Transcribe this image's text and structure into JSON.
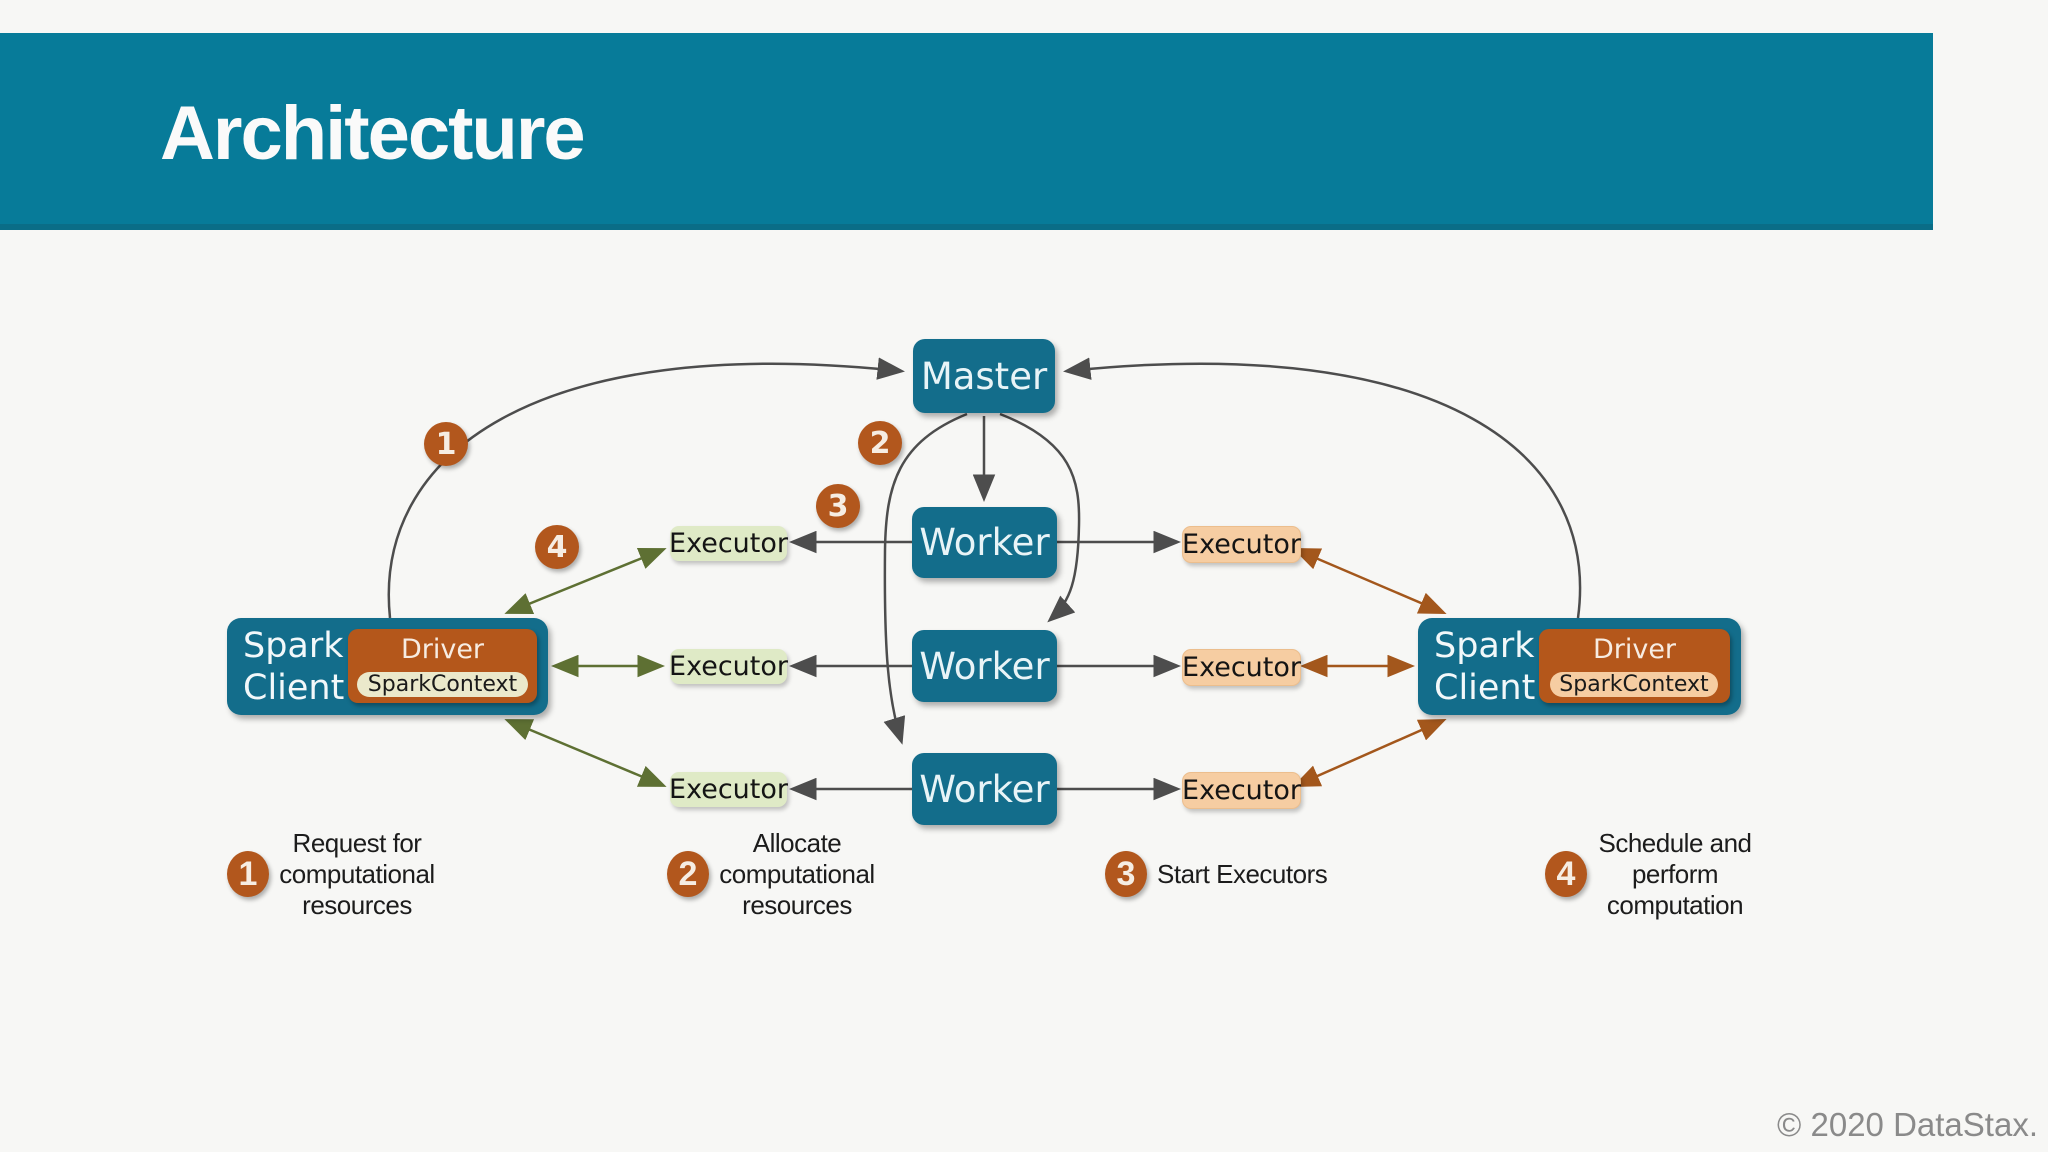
{
  "slide": {
    "title": "Architecture",
    "copyright": "© 2020 DataStax."
  },
  "diagram": {
    "master": "Master",
    "workers": [
      "Worker",
      "Worker",
      "Worker"
    ],
    "executors_left": [
      "Executor",
      "Executor",
      "Executor"
    ],
    "executors_right": [
      "Executor",
      "Executor",
      "Executor"
    ],
    "client_left": {
      "line1": "Spark",
      "line2": "Client",
      "driver": "Driver",
      "context": "SparkContext"
    },
    "client_right": {
      "line1": "Spark",
      "line2": "Client",
      "driver": "Driver",
      "context": "SparkContext"
    },
    "badges": [
      "1",
      "2",
      "3",
      "4"
    ]
  },
  "legend": [
    {
      "num": "1",
      "lines": [
        "Request for",
        "computational",
        "resources"
      ]
    },
    {
      "num": "2",
      "lines": [
        "Allocate",
        "computational",
        "resources"
      ]
    },
    {
      "num": "3",
      "lines": [
        "Start Executors"
      ]
    },
    {
      "num": "4",
      "lines": [
        "Schedule and",
        "perform",
        "computation"
      ]
    }
  ],
  "colors": {
    "header_teal": "#077b99",
    "node_teal": "#136d8b",
    "driver_orange": "#b4571b",
    "badge_orange": "#b2571d",
    "executor_green": "#dfeac6",
    "executor_peach": "#f6cda2",
    "context_cream": "#ebe9cb",
    "arrow_gray": "#4d4d4d",
    "arrow_olive": "#5e7033",
    "arrow_brown": "#a3571c",
    "background": "#f7f7f5"
  }
}
